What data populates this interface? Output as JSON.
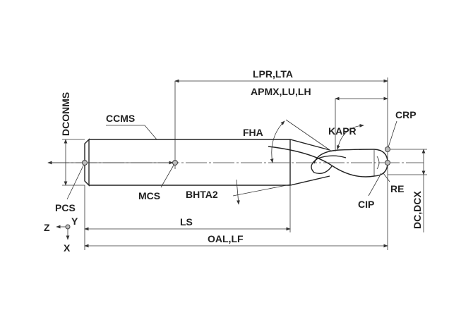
{
  "labels": {
    "lpr": "LPR,LTA",
    "apmx": "APMX,LU,LH",
    "dconms": "DCONMS",
    "ccms": "CCMS",
    "fha": "FHA",
    "kapr": "KAPR",
    "crp": "CRP",
    "mcs": "MCS",
    "bhta2": "BHTA2",
    "pcs": "PCS",
    "ls": "LS",
    "oal": "OAL,LF",
    "re": "RE",
    "cip": "CIP",
    "dc": "DC,DCX",
    "axis_z": "Z",
    "axis_y": "Y",
    "axis_x": "X"
  },
  "colors": {
    "line": "#222222",
    "point": "#bbbbbb"
  }
}
